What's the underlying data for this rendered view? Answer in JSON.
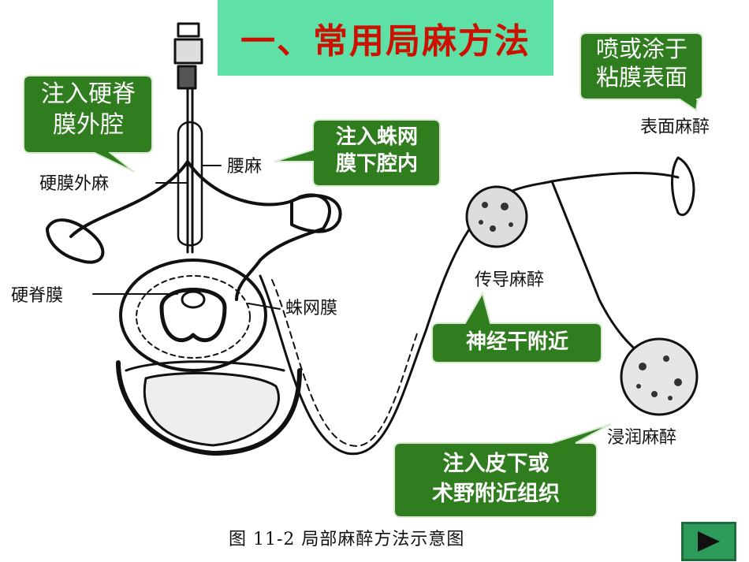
{
  "title": "一、常用局麻方法",
  "callouts": {
    "epidural_line1": "注入硬脊",
    "epidural_line2": "膜外腔",
    "subarachnoid_line1": "注入蛛网",
    "subarachnoid_line2": "膜下腔内",
    "surface_line1": "喷或涂于",
    "surface_line2": "粘膜表面",
    "nerve_trunk": "神经干附近",
    "infiltration_line1": "注入皮下或",
    "infiltration_line2": "术野附近组织"
  },
  "labels": {
    "epidural_anesthesia": "硬膜外麻",
    "spinal_anesthesia": "腰麻",
    "dura_mater": "硬脊膜",
    "arachnoid": "蛛网膜",
    "surface_anesthesia": "表面麻醉",
    "conduction_anesthesia": "传导麻醉",
    "infiltration_anesthesia": "浸润麻醉"
  },
  "caption": "图 11-2   局部麻醉方法示意图",
  "colors": {
    "title_bg": "#5fe0a6",
    "title_text": "#cc1100",
    "callout_bg": "#2f7d1e",
    "callout_text": "#ffffff"
  },
  "icons": {
    "next": "play-triangle-icon"
  }
}
